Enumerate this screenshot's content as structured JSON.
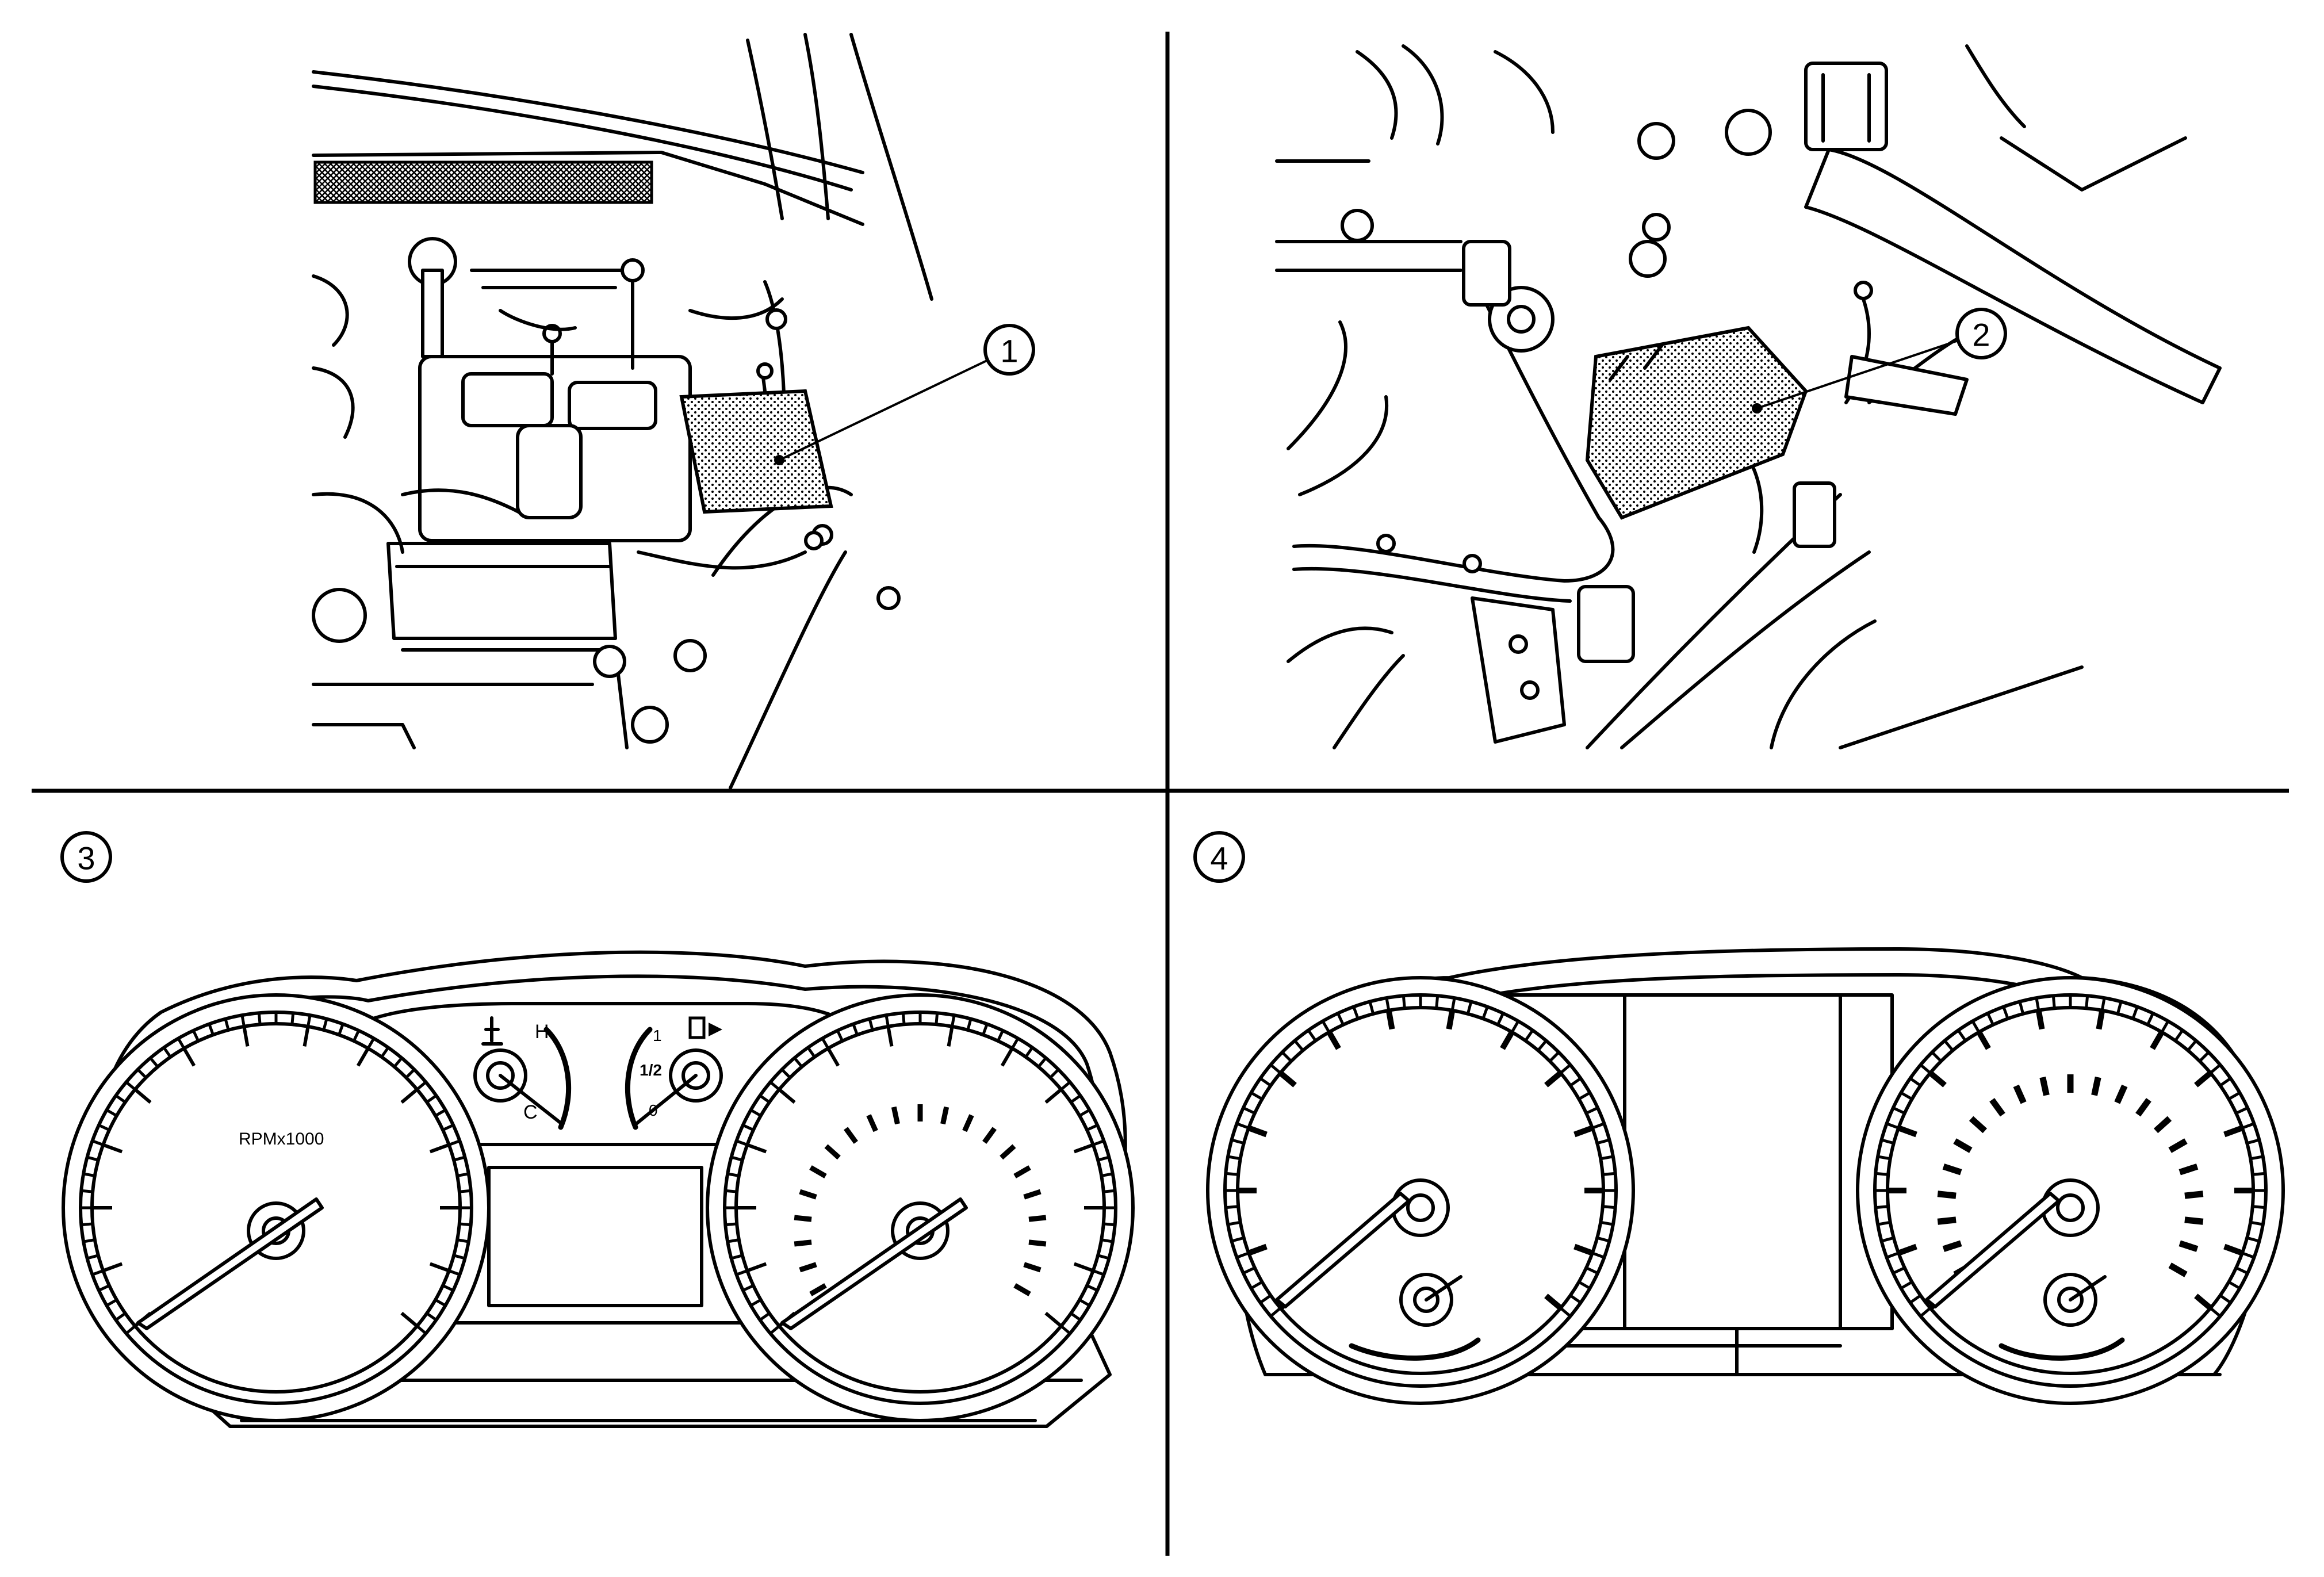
{
  "callouts": {
    "c1": "1",
    "c2": "2",
    "c3": "3",
    "c4": "4"
  },
  "gauges": {
    "tach_label": "RPMx1000",
    "temp_hot": "H",
    "temp_cold": "C",
    "fuel_full": "1",
    "fuel_half": "1/2",
    "fuel_empty": "0"
  },
  "icons": [
    "coolant-temp-icon",
    "fuel-pump-icon"
  ]
}
